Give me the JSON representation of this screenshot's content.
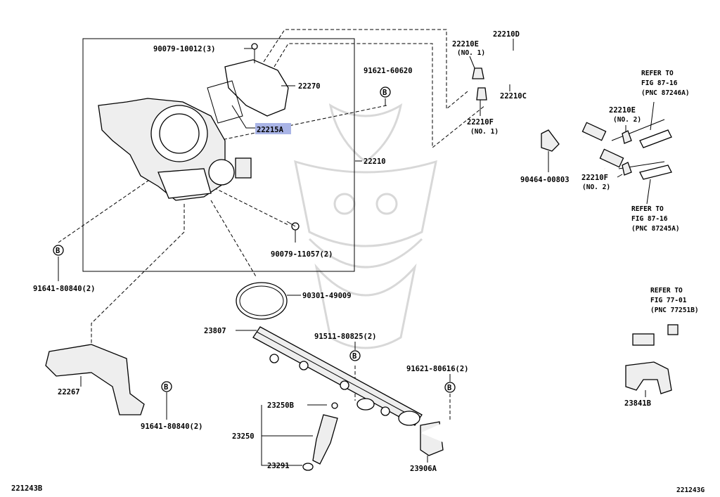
{
  "footer": {
    "left_code": "221243B",
    "right_code": "221243G"
  },
  "parts": {
    "p90079_10012": "90079-10012(3)",
    "p22270": "22270",
    "p22215A": "22215A",
    "p91621_60620": "91621-60620",
    "p22210": "22210",
    "p90079_11057": "90079-11057(2)",
    "p91641_80840_a": "91641-80840(2)",
    "p90301_49009": "90301-49009",
    "p22267": "22267",
    "p91641_80840_b": "91641-80840(2)",
    "p22210E_1": "22210E",
    "p22210E_1_sub": "(NO. 1)",
    "p22210D": "22210D",
    "p22210C": "22210C",
    "p22210F_1": "22210F",
    "p22210F_1_sub": "(NO. 1)",
    "p22210E_2": "22210E",
    "p22210E_2_sub": "(NO. 2)",
    "p90464_00803": "90464-00803",
    "p22210F_2": "22210F",
    "p22210F_2_sub": "(NO. 2)",
    "p23807": "23807",
    "p91511_80825": "91511-80825(2)",
    "p91621_80616": "91621-80616(2)",
    "p23250B": "23250B",
    "p23250": "23250",
    "p23291": "23291",
    "p23906A": "23906A",
    "p23841B": "23841B"
  },
  "refs": {
    "r1": {
      "line1": "REFER TO",
      "line2": "FIG 87-16",
      "line3": "(PNC 87246A)"
    },
    "r2": {
      "line1": "REFER TO",
      "line2": "FIG 87-16",
      "line3": "(PNC 87245A)"
    },
    "r3": {
      "line1": "REFER TO",
      "line2": "FIG 77-01",
      "line3": "(PNC 77251B)"
    }
  },
  "bolt_marker": "B",
  "highlight_color": "#a9b4e6"
}
